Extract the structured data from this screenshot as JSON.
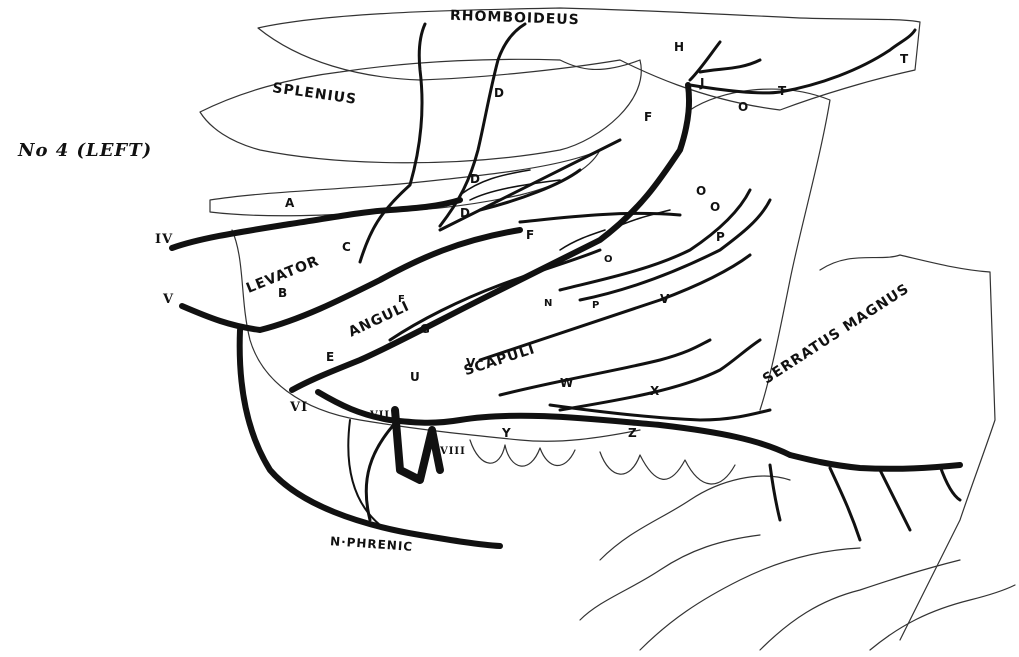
{
  "figure": {
    "title": "No 4 (LEFT)"
  },
  "muscles": {
    "rhomboideus": "RHOMBOIDEUS",
    "splenius": "SPLENIUS",
    "levator": "LEVATOR",
    "anguli": "ANGULI",
    "scapuli": "SCAPULI",
    "serratus_magnus": "SERRATUS MAGNUS",
    "phrenic": "N·PHRENIC"
  },
  "roots": {
    "iv": "IV",
    "v": "V",
    "vi": "VI",
    "vii": "VII",
    "viii": "VIII"
  },
  "branch_letters": [
    "A",
    "B",
    "C",
    "D",
    "D",
    "D",
    "E",
    "F",
    "F",
    "F",
    "G",
    "H",
    "J",
    "O",
    "O",
    "O",
    "P",
    "T",
    "T",
    "U",
    "V",
    "V",
    "W",
    "X",
    "Y",
    "Z",
    "O",
    "P",
    "N"
  ],
  "colors": {
    "ink": "#111111",
    "paper": "#ffffff"
  }
}
